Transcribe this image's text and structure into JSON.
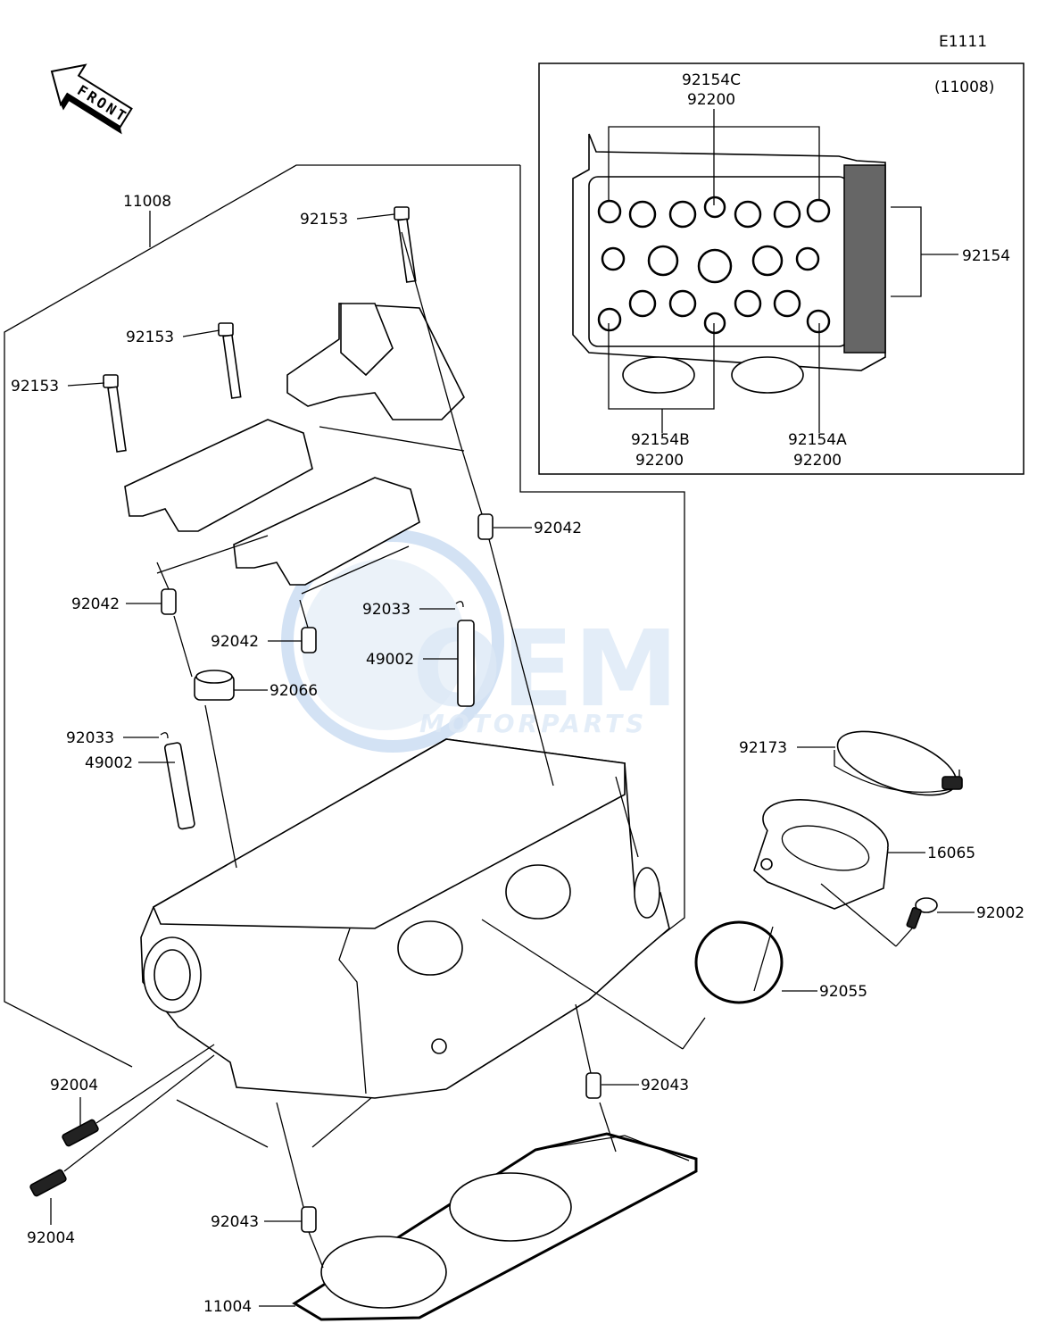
{
  "diagram_code": "E1111",
  "front_badge": "FRONT",
  "inset_ref": "(11008)",
  "watermark": {
    "brand": "OEM",
    "sub": "MOTORPARTS"
  },
  "labels": {
    "l_11008": "11008",
    "l_92153_a": "92153",
    "l_92153_b": "92153",
    "l_92153_c": "92153",
    "l_92042_a": "92042",
    "l_92042_b": "92042",
    "l_92042_c": "92042",
    "l_92033_a": "92033",
    "l_92033_b": "92033",
    "l_49002_a": "49002",
    "l_49002_b": "49002",
    "l_92066": "92066",
    "l_92173": "92173",
    "l_16065": "16065",
    "l_92002": "92002",
    "l_92055": "92055",
    "l_92004_a": "92004",
    "l_92004_b": "92004",
    "l_92043_a": "92043",
    "l_92043_b": "92043",
    "l_11004": "11004",
    "l_92154C": "92154C",
    "l_92200_top": "92200",
    "l_92154": "92154",
    "l_92154B": "92154B",
    "l_92200_b": "92200",
    "l_92154A": "92154A",
    "l_92200_a": "92200"
  }
}
